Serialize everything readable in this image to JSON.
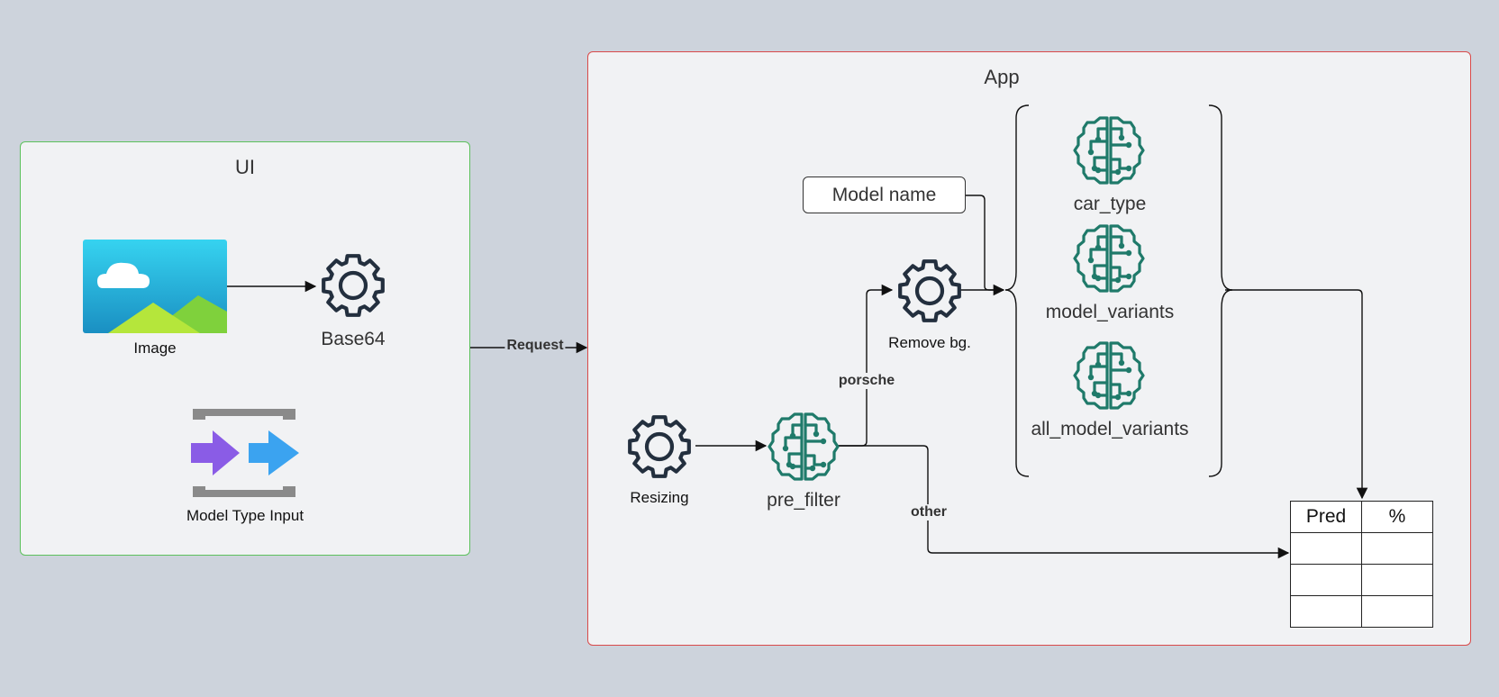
{
  "ui": {
    "title": "UI",
    "image_label": "Image",
    "base64_label": "Base64",
    "model_type_label": "Model Type Input"
  },
  "connector": {
    "request_label": "Request"
  },
  "app": {
    "title": "App",
    "resizing_label": "Resizing",
    "pre_filter_label": "pre_filter",
    "porsche_label": "porsche",
    "other_label": "other",
    "remove_bg_label": "Remove bg.",
    "model_name_label": "Model name",
    "models": [
      {
        "label": "car_type"
      },
      {
        "label": "model_variants"
      },
      {
        "label": "all_model_variants"
      }
    ],
    "table": {
      "headers": [
        "Pred",
        "%"
      ],
      "rows": [
        [
          "",
          ""
        ],
        [
          "",
          ""
        ],
        [
          "",
          ""
        ]
      ]
    }
  },
  "colors": {
    "ui_border": "#5cc05c",
    "app_border": "#d94a4a",
    "brain": "#1f7a6a",
    "gear": "#232f3e"
  },
  "icons": {
    "image": "image-icon",
    "gear": "gear-icon",
    "model_type": "model-type-input-icon",
    "brain": "brain-circuit-icon"
  }
}
